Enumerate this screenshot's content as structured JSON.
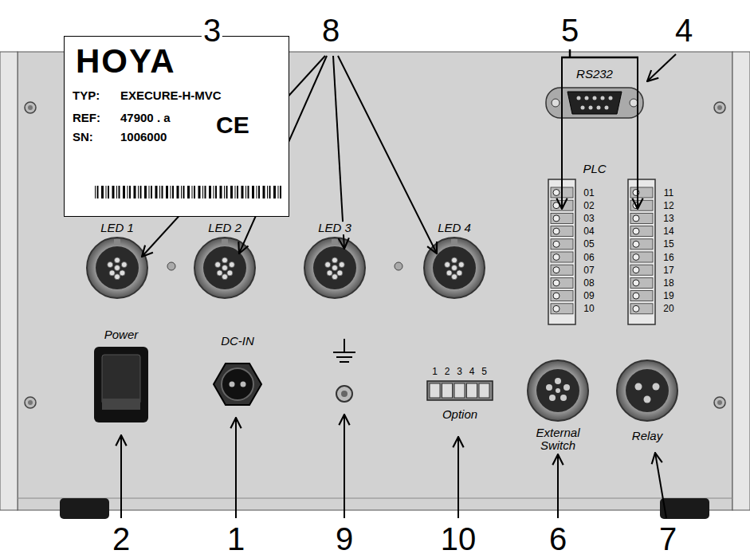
{
  "diagram": {
    "nodes": [
      {
        "text": [
          "HOYA",
          "TYP:",
          "EXECURE-H-MVC",
          "REF:",
          "47900 . a",
          "SN:",
          "1006000",
          "CE"
        ]
      }
    ],
    "labels": [
      "3",
      "8",
      "5",
      "4",
      "RS232",
      "PLC",
      "01",
      "02",
      "03",
      "04",
      "05",
      "06",
      "07",
      "08",
      "09",
      "10",
      "11",
      "12",
      "13",
      "14",
      "15",
      "16",
      "17",
      "18",
      "19",
      "20",
      "LED 1",
      "LED 2",
      "LED 3",
      "LED 4",
      "Power",
      "DC-IN",
      "1",
      "2",
      "3",
      "4",
      "5",
      "Option",
      "External Switch",
      "Relay",
      "2",
      "1",
      "9",
      "10",
      "6",
      "7"
    ]
  }
}
